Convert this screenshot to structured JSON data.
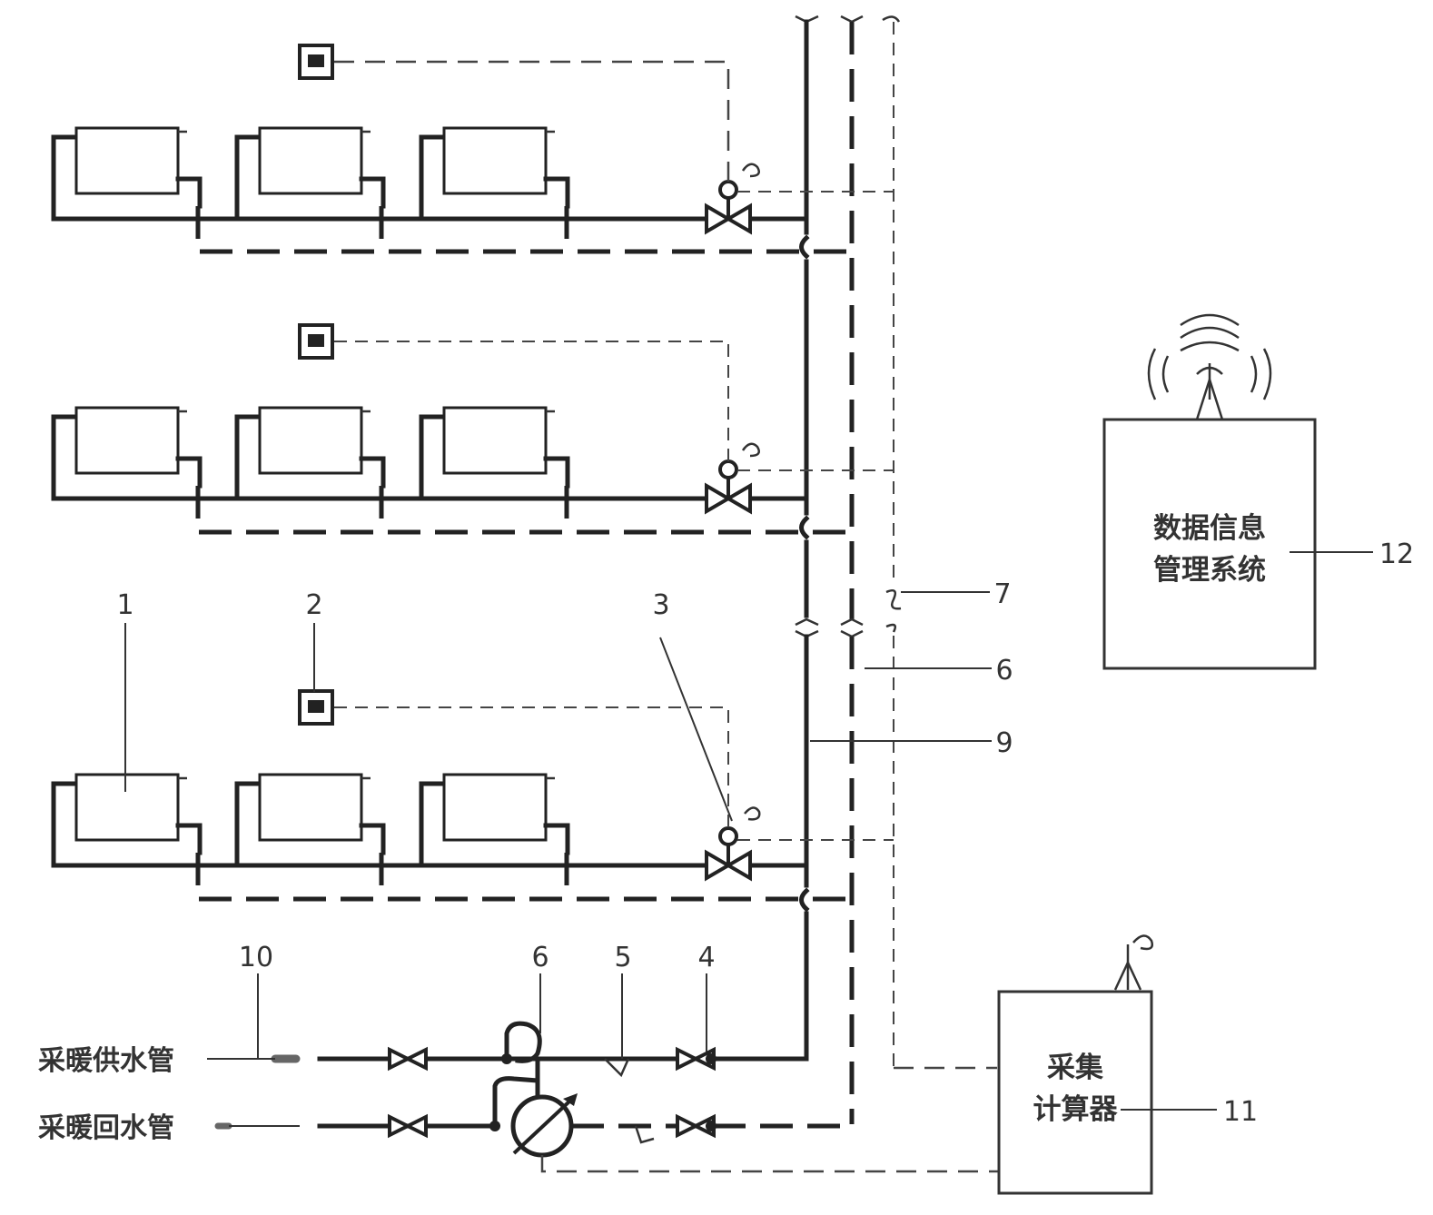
{
  "labels": {
    "supply_pipe": "采暖供水管",
    "return_pipe": "采暖回水管",
    "calculator_line1": "采集",
    "calculator_line2": "计算器",
    "management_line1": "数据信息",
    "management_line2": "管理系统"
  },
  "callouts": {
    "n1": "1",
    "n2": "2",
    "n3": "3",
    "n4": "4",
    "n5": "5",
    "n6": "6",
    "n6b": "6",
    "n7": "7",
    "n9": "9",
    "n10": "10",
    "n11": "11",
    "n12": "12"
  }
}
